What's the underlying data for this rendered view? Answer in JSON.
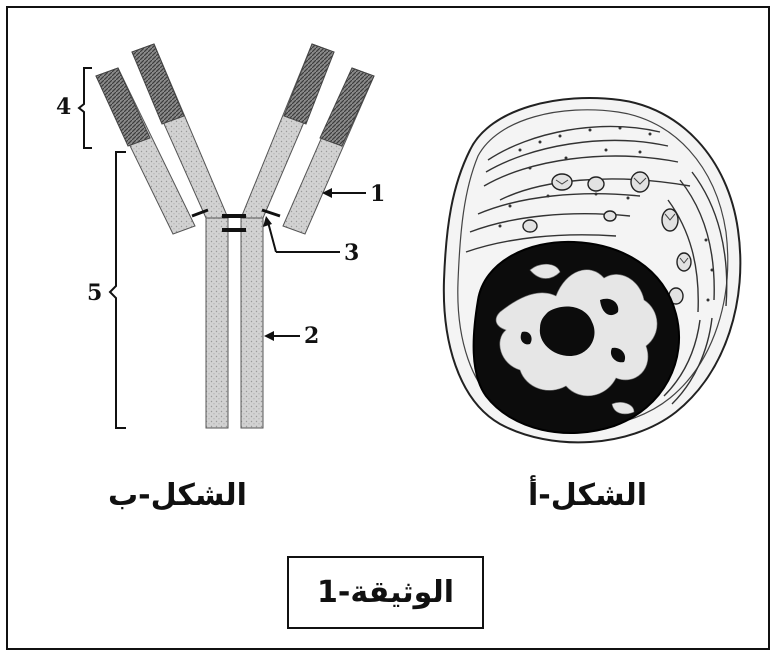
{
  "labels": {
    "figure_b": "الشكل-ب",
    "figure_a": "الشكل-أ",
    "document": "الوثيقة-1"
  },
  "antibody_parts": [
    "1",
    "2",
    "3",
    "4",
    "5"
  ]
}
